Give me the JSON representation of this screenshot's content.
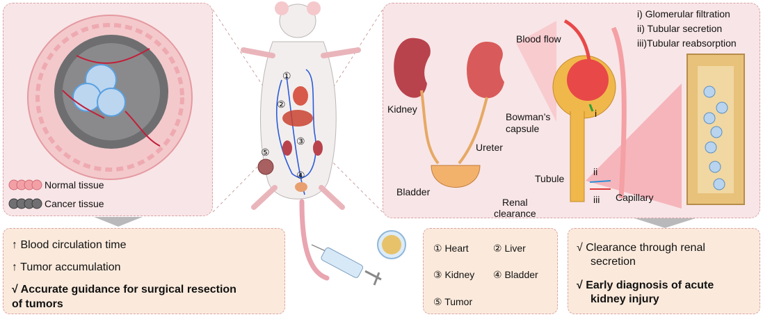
{
  "left_panel": {
    "legend_normal": "Normal tissue",
    "legend_cancer": "Cancer tissue"
  },
  "center": {
    "markers": [
      "①",
      "②",
      "③",
      "④",
      "⑤"
    ]
  },
  "right_panel": {
    "steps": [
      "i) Glomerular filtration",
      "ii) Tubular secretion",
      "iii)Tubular reabsorption"
    ],
    "labels": {
      "blood_flow": "Blood flow",
      "kidney": "Kidney",
      "bowmans_1": "Bowman’s",
      "bowmans_2": "capsule",
      "ureter": "Ureter",
      "bladder": "Bladder",
      "renal_1": "Renal",
      "renal_2": "clearance",
      "tubule": "Tubule",
      "capillary": "Capillary",
      "mark_i": "i",
      "mark_ii": "ii",
      "mark_iii": "iii"
    }
  },
  "bottom_left": {
    "line1": "↑ Blood circulation time",
    "line2": "↑ Tumor accumulation",
    "line3a": "√  Accurate guidance for surgical resection",
    "line3b": "of tumors"
  },
  "organ_legend": {
    "heart": "① Heart",
    "liver": "② Liver",
    "kidney": "③ Kidney",
    "bladder": "④ Bladder",
    "tumor": "⑤ Tumor"
  },
  "bottom_right": {
    "line1a": "√  Clearance through renal",
    "line1b": "secretion",
    "line2a": "√  Early diagnosis of acute",
    "line2b": "kidney injury"
  },
  "colors": {
    "panel_bg": "#f8e5e7",
    "box_bg": "#fbeadc",
    "dashed_border": "#d9a3a3",
    "kidney_red": "#b8434d",
    "vessel_blue": "#2a5bd7",
    "tubule_gold": "#f0b84a"
  }
}
